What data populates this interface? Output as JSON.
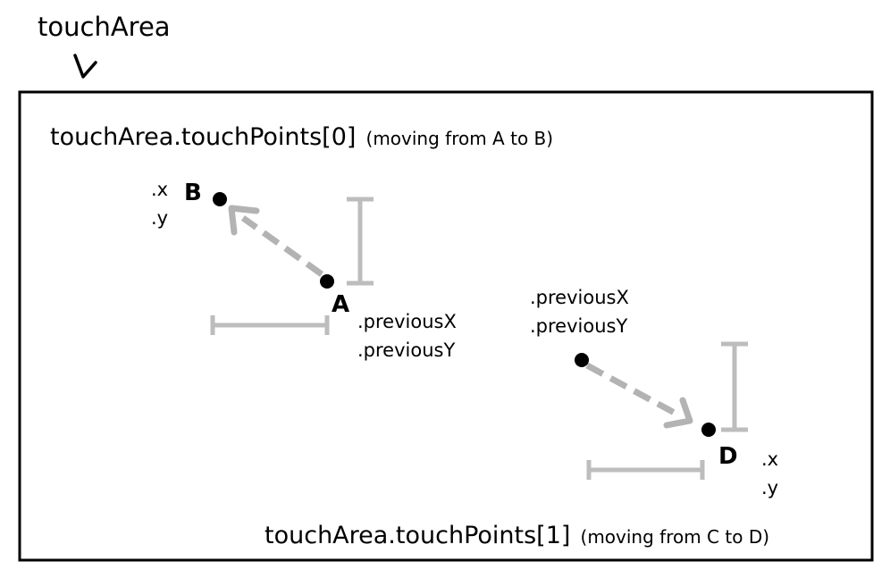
{
  "area_label": "touchArea",
  "touch0": {
    "heading": "touchArea.touchPoints[0]",
    "note": "(moving from A to B)",
    "start_label": "A",
    "end_label": "B",
    "current_x": ".x",
    "current_y": ".y",
    "previous_x": ".previousX",
    "previous_y": ".previousY"
  },
  "touch1": {
    "heading": "touchArea.touchPoints[1]",
    "note": "(moving from C to D)",
    "end_label": "D",
    "current_x": ".x",
    "current_y": ".y",
    "previous_x": ".previousX",
    "previous_y": ".previousY"
  },
  "colors": {
    "ink": "#000000",
    "arrow": "#b3b3b3",
    "extent": "#bdbdbd"
  }
}
